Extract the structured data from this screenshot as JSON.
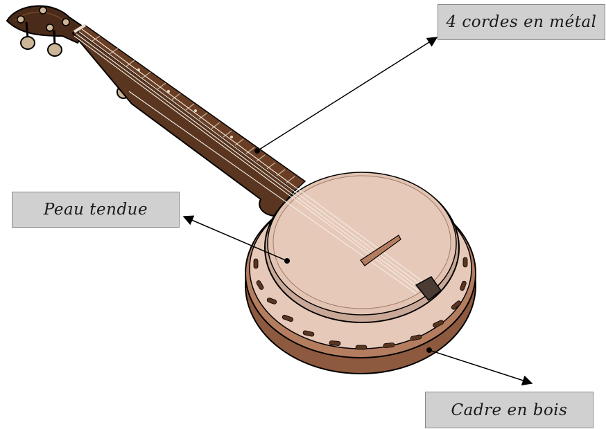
{
  "labels": {
    "strings": "4 cordes en métal",
    "skin": "Peau tendue",
    "frame": "Cadre en bois"
  },
  "colors": {
    "label_bg": "#d0d0d0",
    "frame_wood": "#b47d5f",
    "frame_dark": "#8e5a3f",
    "skin": "#e7c9b9",
    "neck": "#5a3520",
    "fretboard": "#6a3e25",
    "headstock": "#4a2a18",
    "peg": "#cdb597",
    "arrow": "#000000"
  }
}
